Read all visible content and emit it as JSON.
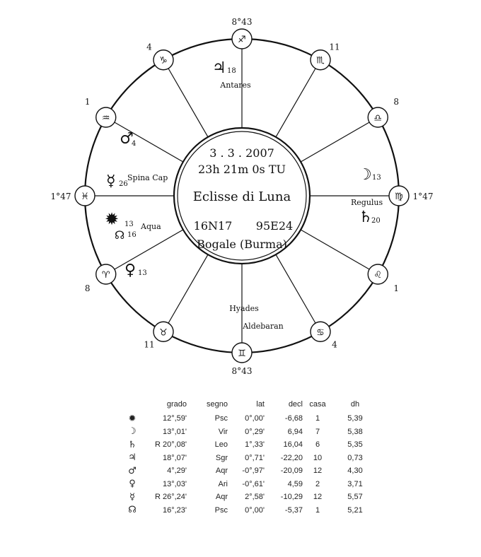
{
  "center": {
    "date": "3 . 3 . 2007",
    "time": "23h 21m 0s  TU",
    "title": "Eclisse di Luna",
    "latitude": "16N17",
    "longitude": "95E24",
    "place": "Bogale (Burma)"
  },
  "houses": [
    {
      "sign": "♐",
      "number": "8°43"
    },
    {
      "sign": "♏",
      "number": "11"
    },
    {
      "sign": "♎",
      "number": "8"
    },
    {
      "sign": "♍",
      "number": "1°47"
    },
    {
      "sign": "♌",
      "number": "1"
    },
    {
      "sign": "♋",
      "number": "4"
    },
    {
      "sign": "♊",
      "number": "8°43"
    },
    {
      "sign": "♉",
      "number": "11"
    },
    {
      "sign": "♈",
      "number": "8"
    },
    {
      "sign": "♓",
      "number": "1°47"
    },
    {
      "sign": "♒",
      "number": "1"
    },
    {
      "sign": "♑",
      "number": "4"
    }
  ],
  "planets_in_chart": [
    {
      "glyph": "♃",
      "degree": "18",
      "label": "Antares"
    },
    {
      "glyph": "♂",
      "degree": "4",
      "label": ""
    },
    {
      "glyph": "☿",
      "degree": "26",
      "label": "Spina Cap"
    },
    {
      "glyph": "✹",
      "degree": "13",
      "label": "Aqua"
    },
    {
      "glyph": "☊",
      "degree": "16",
      "label": ""
    },
    {
      "glyph": "♀",
      "degree": "13",
      "label": ""
    },
    {
      "glyph": "☽",
      "degree": "13",
      "label": ""
    },
    {
      "glyph": "♄",
      "degree": "20",
      "label": "Regulus"
    }
  ],
  "star_labels": {
    "hyades": "Hyades",
    "aldebaran": "Aldebaran"
  },
  "table": {
    "headers": [
      "",
      "grado",
      "segno",
      "lat",
      "decl",
      "casa",
      "dh"
    ],
    "rows": [
      {
        "glyph": "✹",
        "grado": "12°,59'",
        "segno": "Psc",
        "lat": "0°,00'",
        "decl": "-6,68",
        "casa": "1",
        "dh": "5,39"
      },
      {
        "glyph": "☽",
        "grado": "13°,01'",
        "segno": "Vir",
        "lat": "0°,29'",
        "decl": "6,94",
        "casa": "7",
        "dh": "5,38"
      },
      {
        "glyph": "♄",
        "grado": "R 20°,08'",
        "segno": "Leo",
        "lat": "1°,33'",
        "decl": "16,04",
        "casa": "6",
        "dh": "5,35"
      },
      {
        "glyph": "♃",
        "grado": "18°,07'",
        "segno": "Sgr",
        "lat": "0°,71'",
        "decl": "-22,20",
        "casa": "10",
        "dh": "0,73"
      },
      {
        "glyph": "♂",
        "grado": "4°,29'",
        "segno": "Aqr",
        "lat": "-0°,97'",
        "decl": "-20,09",
        "casa": "12",
        "dh": "4,30"
      },
      {
        "glyph": "♀",
        "grado": "13°,03'",
        "segno": "Ari",
        "lat": "-0°,61'",
        "decl": "4,59",
        "casa": "2",
        "dh": "3,71"
      },
      {
        "glyph": "☿",
        "grado": "R 26°,24'",
        "segno": "Aqr",
        "lat": "2°,58'",
        "decl": "-10,29",
        "casa": "12",
        "dh": "5,57"
      },
      {
        "glyph": "☊",
        "grado": "16°,23'",
        "segno": "Psc",
        "lat": "0°,00'",
        "decl": "-5,37",
        "casa": "1",
        "dh": "5,21"
      }
    ]
  }
}
